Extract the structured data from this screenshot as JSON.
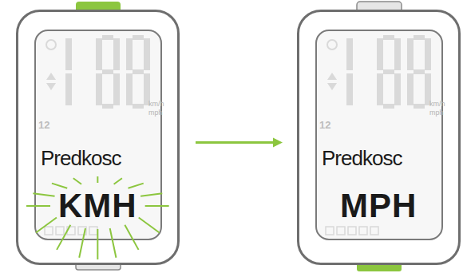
{
  "diagram": {
    "nodes": [
      {
        "text": [
          "Predkosc",
          "KMH"
        ]
      },
      {
        "text": [
          "Predkosc",
          "MPH"
        ]
      }
    ],
    "edges": [
      {
        "from": 0,
        "to": 1,
        "arrow": "to"
      }
    ],
    "labels": [
      "km/h",
      "mph",
      "12",
      "km/h",
      "mph",
      "12"
    ]
  }
}
